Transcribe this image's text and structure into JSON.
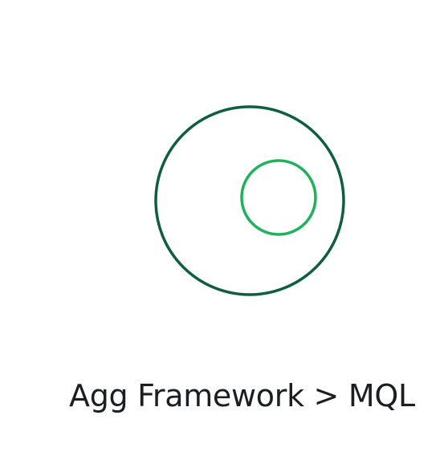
{
  "diagram": {
    "caption": "Agg Framework > MQL",
    "outer_circle": {
      "represents": "Agg Framework",
      "stroke_color": "#0f5e3f"
    },
    "inner_circle": {
      "represents": "MQL",
      "stroke_color": "#1fb25a"
    }
  }
}
